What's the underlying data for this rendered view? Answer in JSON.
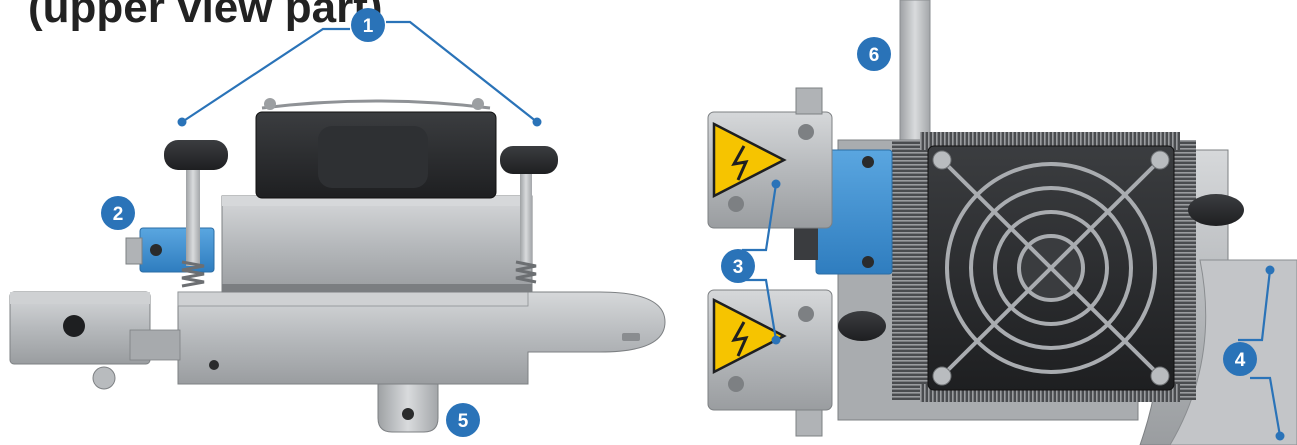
{
  "header": {
    "title": "(upper view part)"
  },
  "colors": {
    "callout": "#2a73b8",
    "leader": "#2a73b8",
    "aluminum": "#b9bcbf",
    "aluminum_dark": "#8e9194",
    "block_blue": "#3d8fd0",
    "fan_dark": "#2b2d2f",
    "warning_yellow": "#f6c400"
  },
  "callouts": [
    {
      "id": "1",
      "label": "1"
    },
    {
      "id": "2",
      "label": "2"
    },
    {
      "id": "3",
      "label": "3"
    },
    {
      "id": "4",
      "label": "4"
    },
    {
      "id": "5",
      "label": "5"
    },
    {
      "id": "6",
      "label": "6"
    }
  ],
  "icons": [
    "warning-high-voltage-icon",
    "fan-guard-icon",
    "thumb-screw-icon"
  ]
}
